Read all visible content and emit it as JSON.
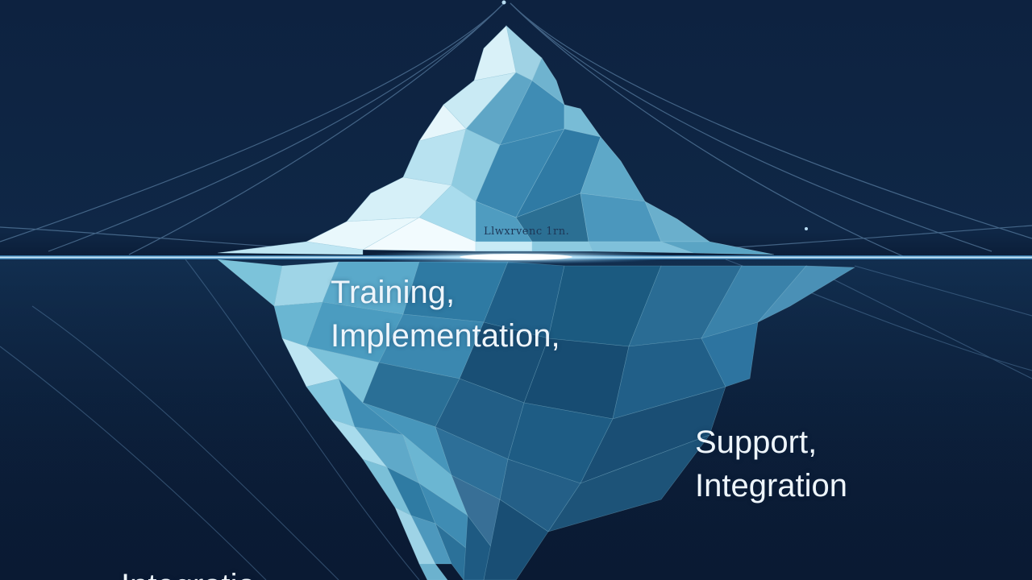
{
  "iceberg": {
    "tip_label": "Llwxrvenc 1rn.",
    "labels": {
      "training": "Training,",
      "implementation": "Implementation,",
      "support": "Support,",
      "integration": "Integration",
      "bottom_partial": "Integratio"
    }
  },
  "colors": {
    "background_sky": "#0f2746",
    "background_water": "#0a1a33",
    "ice_light": "#d8f0f8",
    "ice_mid": "#7cc2d8",
    "ice_dark": "#2b6f93",
    "waterline_glow": "#e8f7ff",
    "text": "#eef5fb"
  }
}
